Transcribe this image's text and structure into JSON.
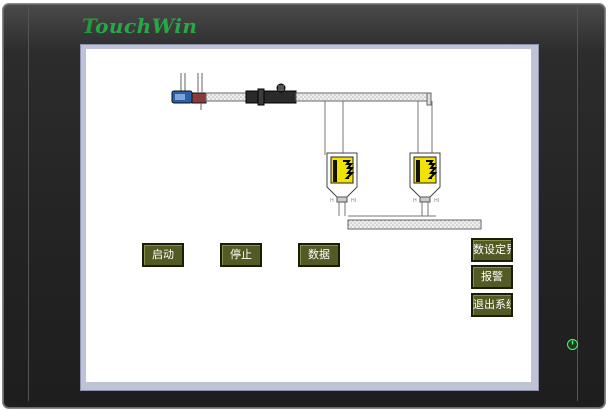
{
  "device": {
    "brand_logo": "TouchWin",
    "brand_first_letter": "T",
    "brand_rest": "ouchWin",
    "brand_color": "#1f9d3a"
  },
  "screen": {
    "background": "#ffffff",
    "buttons": {
      "start": "启动",
      "stop": "停止",
      "data": "数据",
      "param_settings": "数设定界",
      "alarm": "报警",
      "exit_system": "退出系统"
    },
    "hopper_labels": {
      "left_a": "H",
      "left_b": "HI",
      "right_a": "H",
      "right_b": "HI"
    },
    "colors": {
      "button_face": "#545a24",
      "hopper_level": "#f2e200",
      "pipe": "#e8e8e8",
      "motor": "#2b5fa8"
    }
  }
}
